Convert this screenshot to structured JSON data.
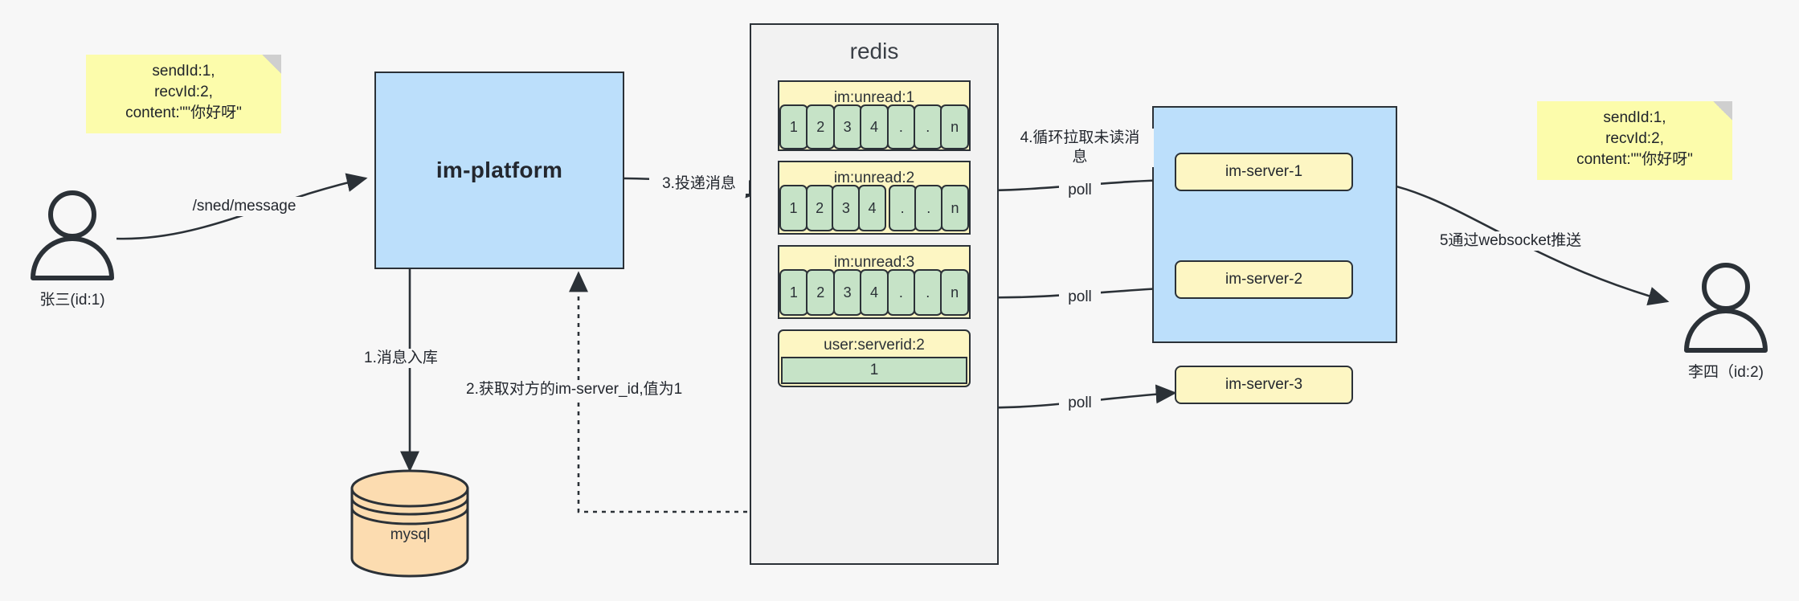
{
  "diagram": {
    "title": "IM message delivery architecture",
    "colors": {
      "background": "#f7f7f7",
      "note": "#fcfcab",
      "blue": "#bcdffb",
      "yellow": "#fdf6c3",
      "green": "#c6e3c7",
      "peach": "#fcdcb0",
      "stroke": "#2b3137"
    }
  },
  "notes": {
    "left": "sendId:1,\nrecvId:2,\ncontent:\"\"你好呀\"",
    "right": "sendId:1,\nrecvId:2,\ncontent:\"\"你好呀\""
  },
  "actors": {
    "sender": {
      "caption": "张三(id:1)",
      "icon": "user-icon"
    },
    "receiver": {
      "caption": "李四（id:2)",
      "icon": "user-icon"
    }
  },
  "nodes": {
    "platform": "im-platform",
    "database": "mysql",
    "redis_title": "redis",
    "servers": [
      "im-server-1",
      "im-server-2",
      "im-server-3"
    ]
  },
  "redis": {
    "queues": [
      {
        "key": "im:unread:1",
        "cells": [
          "1",
          "2",
          "3",
          "4",
          ".",
          ".",
          "n"
        ]
      },
      {
        "key": "im:unread:2",
        "cells": [
          "1",
          "2",
          "3",
          "4",
          ".",
          ".",
          "n"
        ]
      },
      {
        "key": "im:unread:3",
        "cells": [
          "1",
          "2",
          "3",
          "4",
          ".",
          ".",
          "n"
        ]
      }
    ],
    "entry": {
      "key": "user:serverid:2",
      "value": "1"
    }
  },
  "edges": {
    "send_message": "/sned/message",
    "step1": "1.消息入库",
    "step2": "2.获取对方的im-server_id,值为1",
    "step3": "3.投递消息",
    "step4": "4.循环拉取未读消\n息",
    "poll1": "poll",
    "poll2": "poll",
    "poll3": "poll",
    "step5": "5通过websocket推送"
  }
}
